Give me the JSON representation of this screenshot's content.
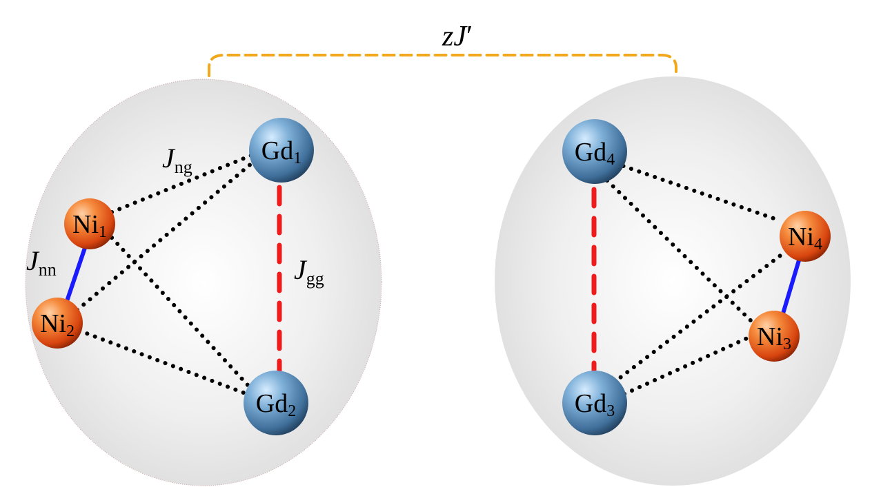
{
  "inter_cluster": {
    "label_z": "z",
    "label_J": "J",
    "label_prime": "′",
    "line_color": "#f2a81d"
  },
  "couplings": {
    "ng": {
      "symbol": "J",
      "sub": "ng"
    },
    "nn": {
      "symbol": "J",
      "sub": "nn"
    },
    "gg": {
      "symbol": "J",
      "sub": "gg"
    }
  },
  "atoms": {
    "gd1": {
      "element": "Gd",
      "index": "1"
    },
    "gd2": {
      "element": "Gd",
      "index": "2"
    },
    "gd3": {
      "element": "Gd",
      "index": "3"
    },
    "gd4": {
      "element": "Gd",
      "index": "4"
    },
    "ni1": {
      "element": "Ni",
      "index": "1"
    },
    "ni2": {
      "element": "Ni",
      "index": "2"
    },
    "ni3": {
      "element": "Ni",
      "index": "3"
    },
    "ni4": {
      "element": "Ni",
      "index": "4"
    }
  },
  "colors": {
    "gd": "#3f6f9a",
    "ni": "#e0501a",
    "ni_ni_bond": "#1a1aff",
    "gd_gd_bond": "#ee1c1c",
    "ni_gd_bond": "#000000"
  }
}
